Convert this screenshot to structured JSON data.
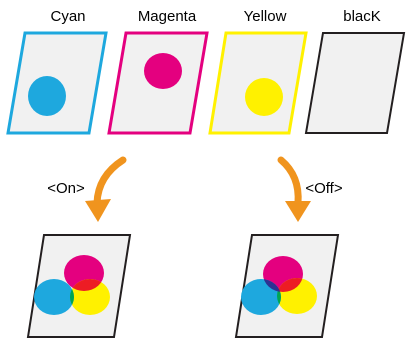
{
  "plates": [
    {
      "label": "Cyan",
      "color": "#1ea8de"
    },
    {
      "label": "Magenta",
      "color": "#e4007f"
    },
    {
      "label": "Yellow",
      "color": "#fff100"
    },
    {
      "label": "blacK",
      "color": "#231f20"
    }
  ],
  "results": [
    {
      "label": "<On>",
      "overlap_color": "#231f20"
    },
    {
      "label": "<Off>",
      "overlap_color": null
    }
  ],
  "colors": {
    "arrow": "#f0941e",
    "page_fill": "#f1f1f1",
    "page_outline": "#231f20",
    "overlap_cyan_magenta": "#2e3192",
    "overlap_cyan_yellow": "#00a651",
    "overlap_magenta_yellow": "#ed1c24"
  }
}
